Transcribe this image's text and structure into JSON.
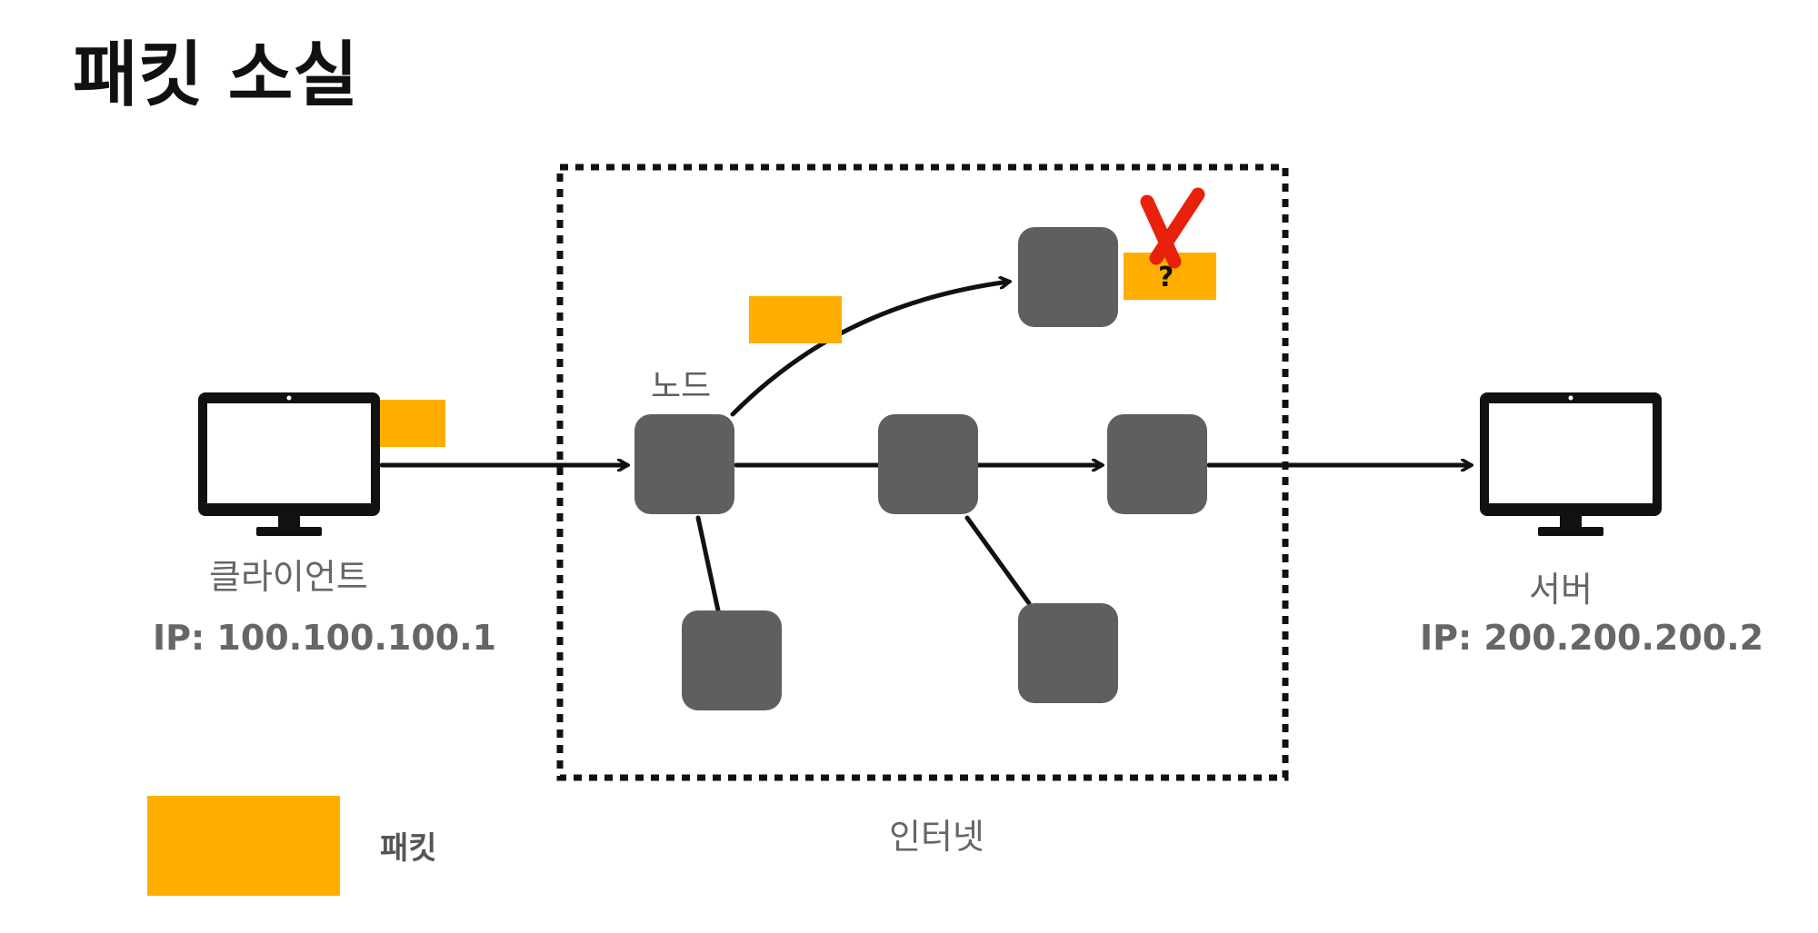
{
  "title": "패킷 소실",
  "node_label": "노드",
  "client": {
    "label": "클라이언트",
    "ip": "IP: 100.100.100.1"
  },
  "server": {
    "label": "서버",
    "ip": "IP: 200.200.200.2"
  },
  "internet_label": "인터넷",
  "legend": {
    "label": "패킷"
  },
  "lost_packet_mark": "?",
  "colors": {
    "packet": "#FFAE00",
    "node": "#5F5F5F",
    "lost_mark": "#E8210C"
  },
  "icons": [
    "monitor-icon",
    "cross-icon",
    "arrow-icon"
  ]
}
